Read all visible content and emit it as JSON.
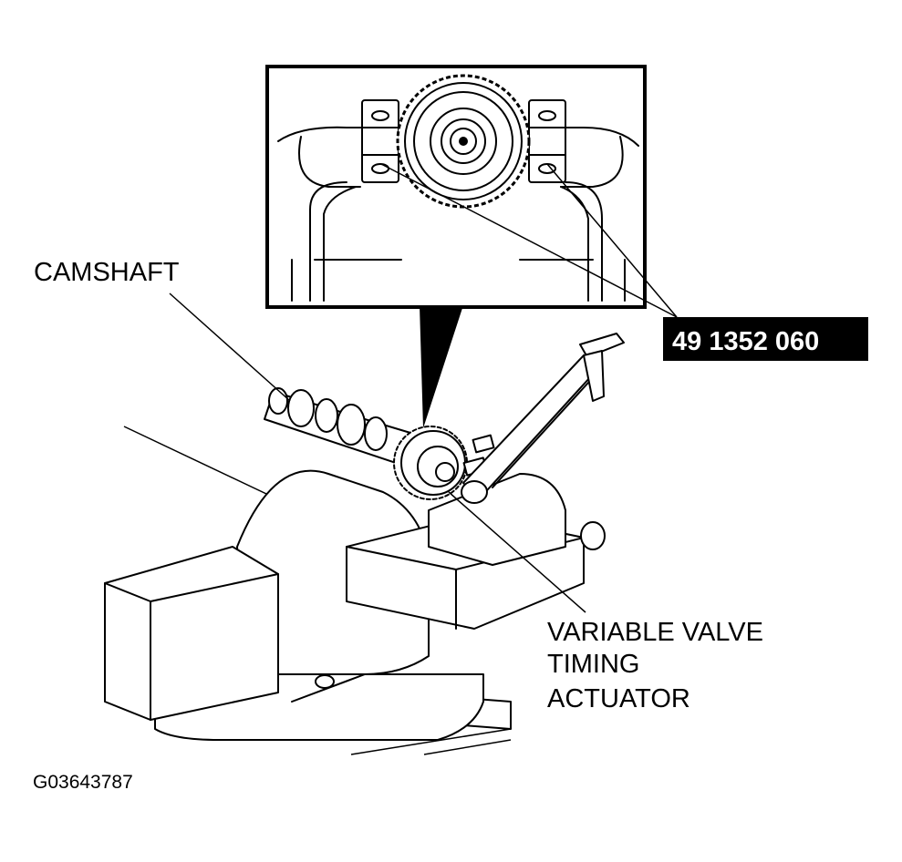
{
  "labels": {
    "camshaft": "CAMSHAFT",
    "actuator_line1": "VARIABLE VALVE",
    "actuator_line2": "TIMING",
    "actuator_line3": "ACTUATOR",
    "part_number": "49 1352 060",
    "figure_id": "G03643787"
  },
  "colors": {
    "ink": "#000000",
    "paper": "#ffffff"
  }
}
